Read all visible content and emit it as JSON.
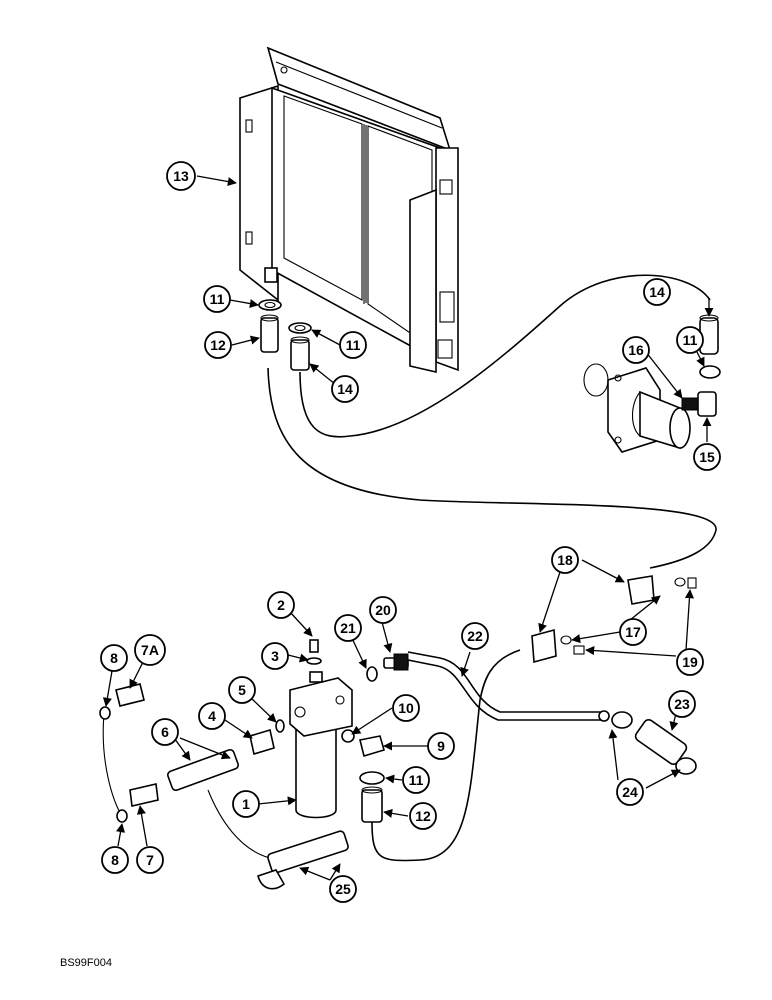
{
  "figure_id": "BS99F004",
  "callouts": [
    "1",
    "2",
    "3",
    "4",
    "5",
    "6",
    "7",
    "7A",
    "8",
    "9",
    "10",
    "11",
    "12",
    "13",
    "14",
    "15",
    "16",
    "17",
    "18",
    "19",
    "20",
    "21",
    "22",
    "23",
    "24",
    "25"
  ]
}
